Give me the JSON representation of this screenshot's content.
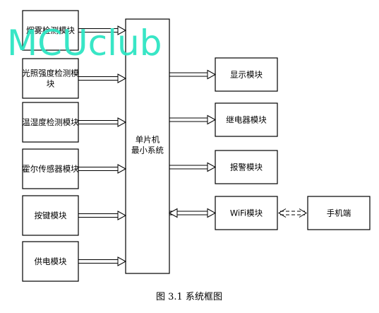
{
  "watermark": "MCUclub",
  "left_modules": [
    {
      "id": "smoke",
      "lines": [
        "烟雾检测模块"
      ]
    },
    {
      "id": "light",
      "lines": [
        "光照强度检测模",
        "块"
      ]
    },
    {
      "id": "temp",
      "lines": [
        "温湿度检测模块"
      ]
    },
    {
      "id": "hall",
      "lines": [
        "霍尔传感器模块"
      ]
    },
    {
      "id": "key",
      "lines": [
        "按键模块"
      ]
    },
    {
      "id": "power",
      "lines": [
        "供电模块"
      ]
    }
  ],
  "center": {
    "lines": [
      "单片机",
      "最小系统"
    ]
  },
  "right_modules": [
    {
      "id": "display",
      "label": "显示模块"
    },
    {
      "id": "relay",
      "label": "继电器模块"
    },
    {
      "id": "alarm",
      "label": "报警模块"
    },
    {
      "id": "wifi",
      "label": "WiFi模块"
    }
  ],
  "phone": {
    "label": "手机端"
  },
  "caption": "图 3.1 系统框图"
}
